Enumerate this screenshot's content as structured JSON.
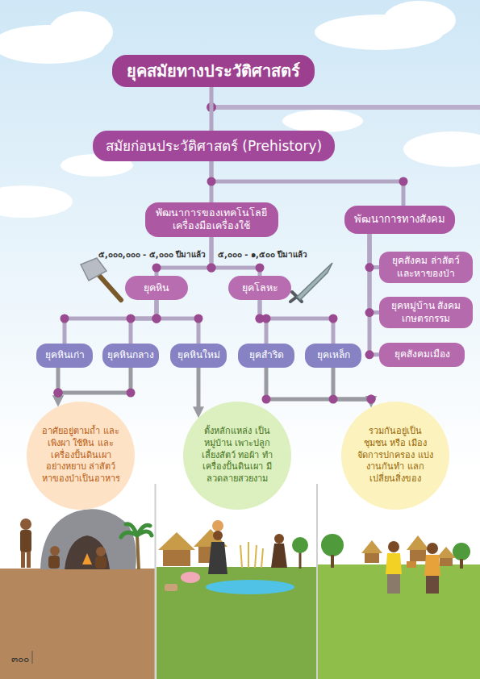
{
  "diagram": {
    "nodes": [
      {
        "text": [
          "ยุคสมัยทางประวัติศาสตร์"
        ]
      },
      {
        "text": [
          "สมัยก่อนประวัติศาสตร์ (Prehistory)"
        ]
      },
      {
        "text": [
          "พัฒนาการของเทคโนโลยี เครื่องมือเครื่องใช้"
        ]
      },
      {
        "text": [
          "พัฒนาการทางสังคม"
        ]
      },
      {
        "text": [
          "ยุคหิน"
        ]
      },
      {
        "text": [
          "ยุคโลหะ"
        ]
      },
      {
        "text": [
          "ยุคสังคม ล่าสัตว์ และหาของป่า"
        ]
      },
      {
        "text": [
          "ยุคหมู่บ้าน สังคมเกษตรกรรม"
        ]
      },
      {
        "text": [
          "ยุคสังคมเมือง"
        ]
      },
      {
        "text": [
          "ยุคหินเก่า"
        ]
      },
      {
        "text": [
          "ยุคหินกลาง"
        ]
      },
      {
        "text": [
          "ยุคหินใหม่"
        ]
      },
      {
        "text": [
          "ยุคสำริด"
        ]
      },
      {
        "text": [
          "ยุคเหล็ก"
        ]
      },
      {
        "text": [
          "อาศัยอยู่ตามถ้ำ และเพิงผา ใช้หิน และเครื่องปั้นดินเผา อย่างหยาบ ล่าสัตว์ หาของป่าเป็นอาหาร"
        ]
      },
      {
        "text": [
          "ตั้งหลักแหล่ง เป็นหมู่บ้าน เพาะปลูก เลี้ยงสัตว์ ทอผ้า ทำเครื่องปั้นดินเผา มีลวดลายสวยงาม"
        ]
      },
      {
        "text": [
          "รวมกันอยู่เป็น ชุมชน หรือ เมือง จัดการปกครอง แบ่งงานกันทำ แลกเปลี่ยนสิ่งของ"
        ]
      }
    ],
    "edges": [
      {
        "from": 0,
        "to": 1,
        "arrow": "none"
      },
      {
        "from": 1,
        "to": 2,
        "arrow": "none"
      },
      {
        "from": 1,
        "to": 3,
        "arrow": "none"
      },
      {
        "from": 2,
        "to": 4,
        "arrow": "none"
      },
      {
        "from": 2,
        "to": 5,
        "arrow": "none"
      },
      {
        "from": 3,
        "to": 6,
        "arrow": "none"
      },
      {
        "from": 3,
        "to": 7,
        "arrow": "none"
      },
      {
        "from": 3,
        "to": 8,
        "arrow": "none"
      },
      {
        "from": 4,
        "to": 9,
        "arrow": "none"
      },
      {
        "from": 4,
        "to": 10,
        "arrow": "none"
      },
      {
        "from": 4,
        "to": 11,
        "arrow": "none"
      },
      {
        "from": 5,
        "to": 12,
        "arrow": "none"
      },
      {
        "from": 5,
        "to": 13,
        "arrow": "none"
      },
      {
        "from": 9,
        "to": 14,
        "arrow": "to"
      },
      {
        "from": 10,
        "to": 14,
        "arrow": "to"
      },
      {
        "from": 11,
        "to": 15,
        "arrow": "to"
      },
      {
        "from": 12,
        "to": 16,
        "arrow": "to"
      },
      {
        "from": 13,
        "to": 16,
        "arrow": "to"
      }
    ],
    "labels": [
      "๕,๐๐๐,๐๐๐ - ๕,๐๐๐ ปีมาแล้ว",
      "๕,๐๐๐ - ๑,๕๐๐ ปีมาแล้ว",
      "๓๐๐"
    ]
  }
}
